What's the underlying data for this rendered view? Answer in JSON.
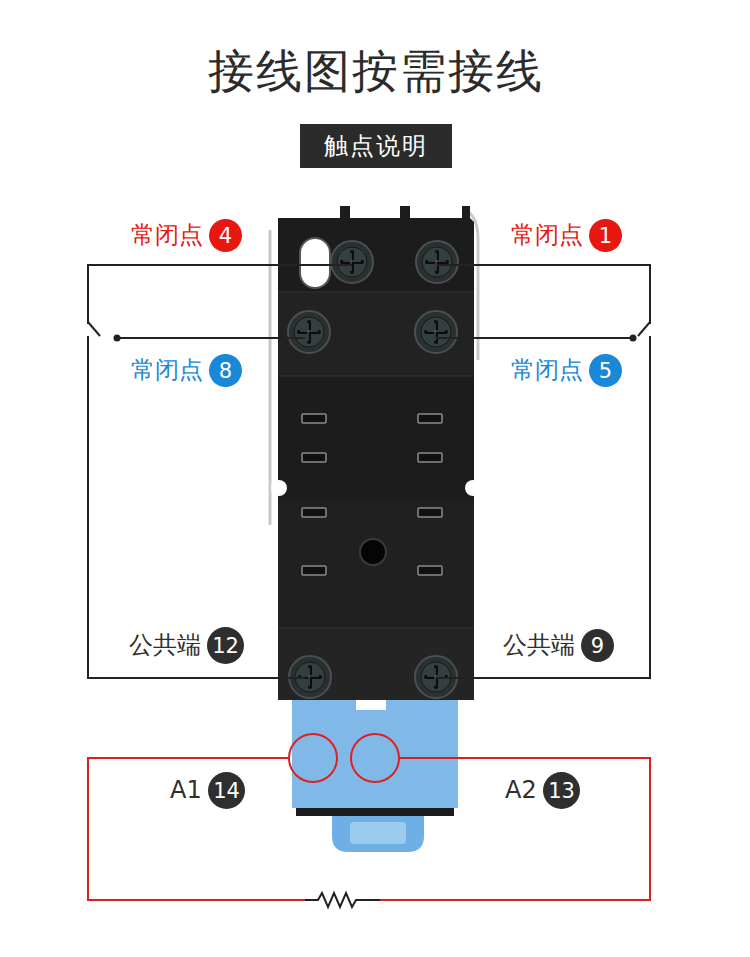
{
  "diagram": {
    "title": "接线图按需接线",
    "nodes": [
      {
        "text": [
          "触点说明"
        ]
      },
      {
        "text": [
          "4"
        ]
      },
      {
        "text": [
          "1"
        ]
      },
      {
        "text": [
          "8"
        ]
      },
      {
        "text": [
          "5"
        ]
      },
      {
        "text": [
          "12"
        ]
      },
      {
        "text": [
          "9"
        ]
      },
      {
        "text": [
          "14"
        ]
      },
      {
        "text": [
          "13"
        ]
      }
    ],
    "labels": [
      "常闭点",
      "常闭点",
      "常闭点",
      "常闭点",
      "公共端",
      "公共端",
      "A1",
      "A2"
    ]
  }
}
